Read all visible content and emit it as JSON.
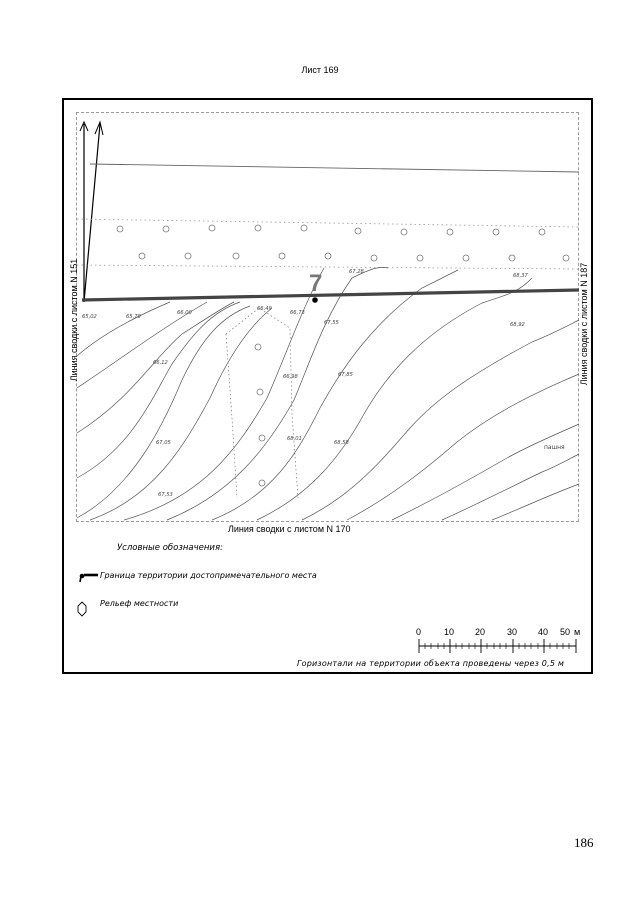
{
  "sheet": {
    "title": "Лист 169",
    "page_number": "186"
  },
  "map": {
    "left_label": "Линия сводки с листом N 151",
    "right_label": "Линия сводки с листом N 187",
    "bottom_label": "Линия сводки с листом N 170",
    "point_number": "7",
    "land_label": "пашня",
    "elevations": [
      "65,02",
      "65,78",
      "66,00",
      "66,49",
      "66,73",
      "67,28",
      "68,37",
      "67,55",
      "66,12",
      "66,98",
      "67,85",
      "68,92",
      "67,05",
      "68,01",
      "68,58",
      "67,53"
    ]
  },
  "legend": {
    "title": "Условные обозначения:",
    "boundary_label": "Граница территории достопримечательного места",
    "relief_label": "Рельеф местности"
  },
  "scale_bar": {
    "ticks": [
      "0",
      "10",
      "20",
      "30",
      "40",
      "50"
    ],
    "unit": "м"
  },
  "footer_note": "Горизонтали на территории объекта проведены через 0,5 м"
}
